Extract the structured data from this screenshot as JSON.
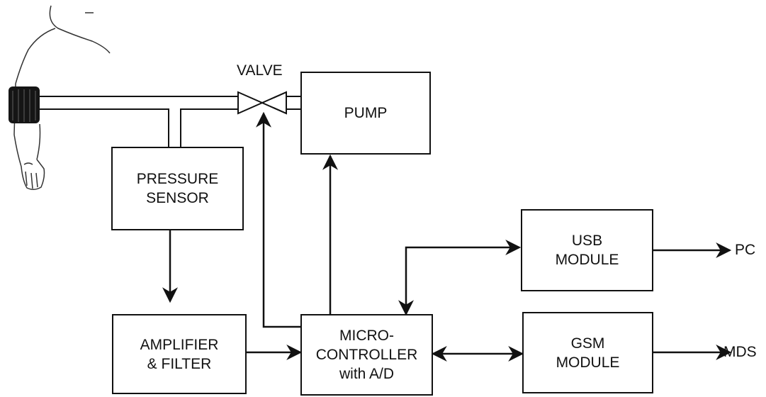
{
  "blocks": {
    "pump": {
      "lines": [
        "PUMP"
      ]
    },
    "pressure_sensor": {
      "lines": [
        "PRESSURE",
        "SENSOR"
      ]
    },
    "amplifier_filter": {
      "lines": [
        "AMPLIFIER",
        "& FILTER"
      ]
    },
    "microcontroller": {
      "lines": [
        "MICRO-",
        "CONTROLLER",
        "with A/D"
      ]
    },
    "usb_module": {
      "lines": [
        "USB",
        "MODULE"
      ]
    },
    "gsm_module": {
      "lines": [
        "GSM",
        "MODULE"
      ]
    }
  },
  "labels": {
    "valve": "VALVE",
    "pc": "PC",
    "mds": "MDS"
  },
  "icons": {
    "patient_arm": "arm-with-cuff-icon",
    "valve": "valve-icon"
  }
}
